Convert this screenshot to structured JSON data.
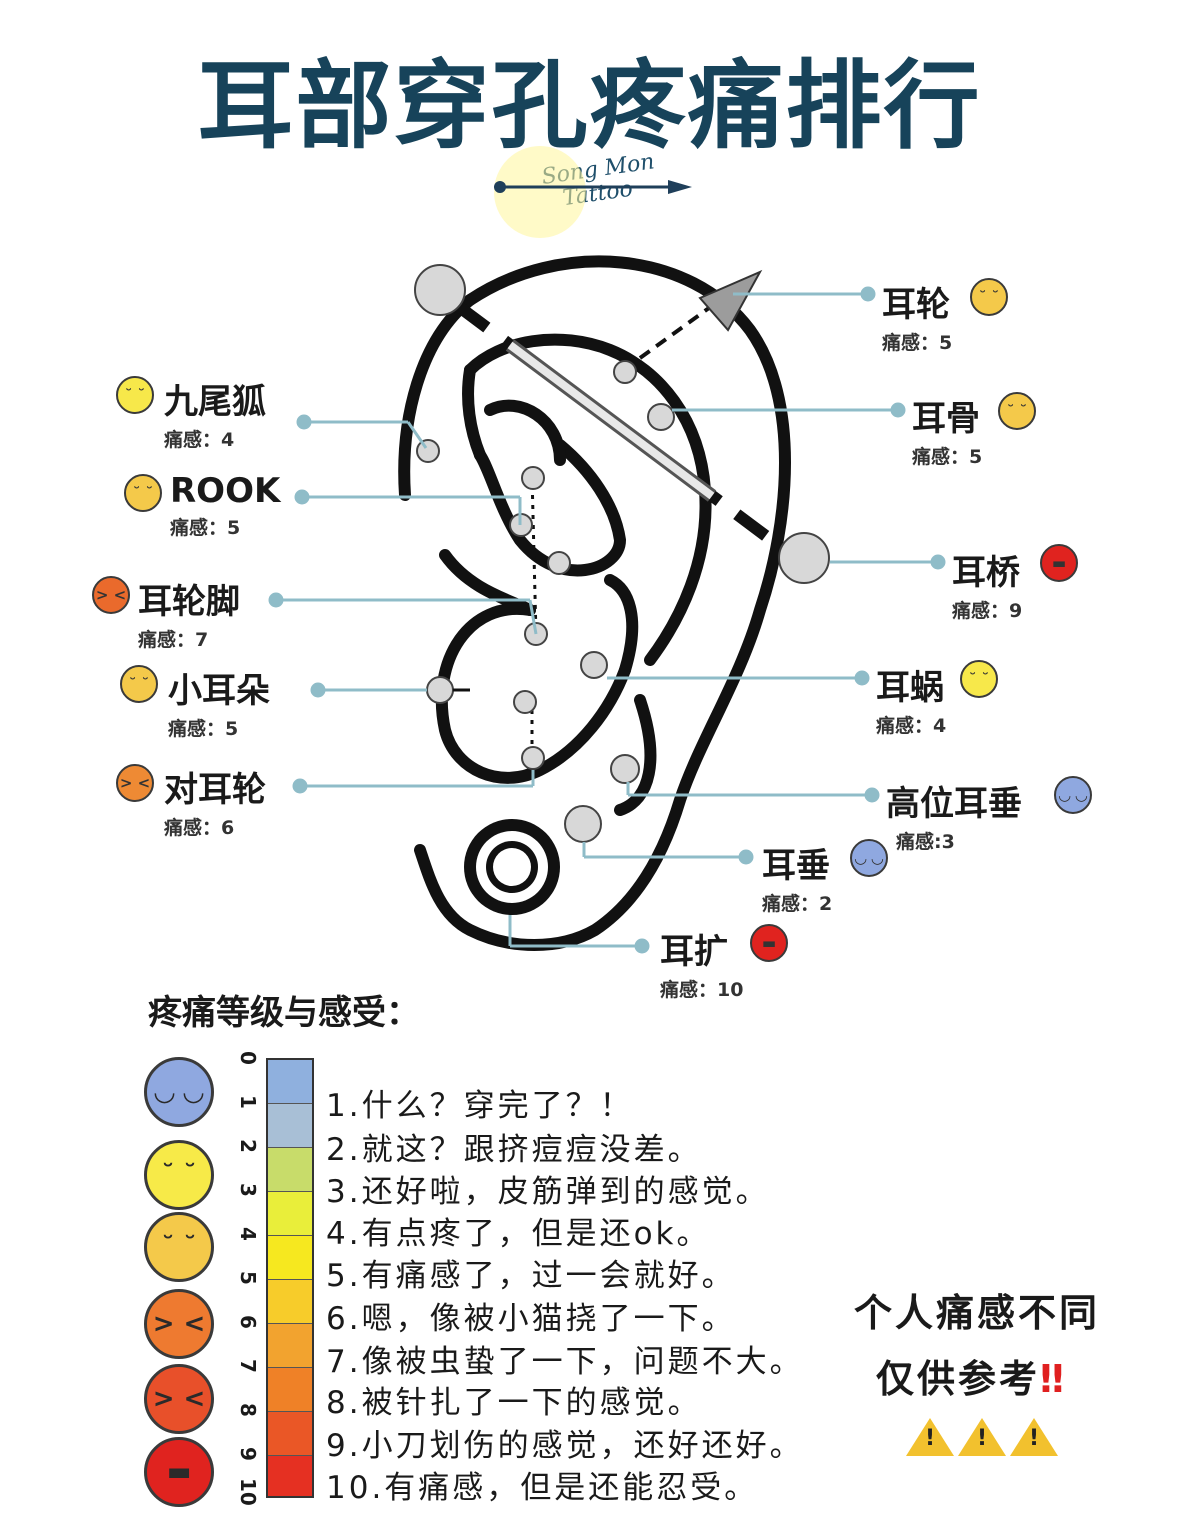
{
  "title": "耳部穿孔疼痛排行",
  "logo": {
    "line1": "Song Mon",
    "line2": "Tattoo"
  },
  "piercings": [
    {
      "name": "九尾狐",
      "pain": "痛感：4",
      "face_color": "#f7e84a",
      "face_glyph": "˘ ˘"
    },
    {
      "name": "ROOK",
      "pain": "痛感：5",
      "face_color": "#f4c94a",
      "face_glyph": "˘ ˘"
    },
    {
      "name": "耳轮脚",
      "pain": "痛感：7",
      "face_color": "#ea6a2c",
      "face_glyph": "> <"
    },
    {
      "name": "小耳朵",
      "pain": "痛感：5",
      "face_color": "#f4c94a",
      "face_glyph": "˘ ˘"
    },
    {
      "name": "对耳轮",
      "pain": "痛感：6",
      "face_color": "#ee8a34",
      "face_glyph": "> <"
    },
    {
      "name": "耳轮",
      "pain": "痛感：5",
      "face_color": "#f4c94a",
      "face_glyph": "˘ ˘"
    },
    {
      "name": "耳骨",
      "pain": "痛感：5",
      "face_color": "#f4c94a",
      "face_glyph": "˘ ˘"
    },
    {
      "name": "耳桥",
      "pain": "痛感：9",
      "face_color": "#e0231f",
      "face_glyph": "▬"
    },
    {
      "name": "耳蜗",
      "pain": "痛感：4",
      "face_color": "#f7e84a",
      "face_glyph": "˘ ˘"
    },
    {
      "name": "高位耳垂",
      "pain": "痛感:3",
      "face_color": "#8fa8e0",
      "face_glyph": "◡ ◡"
    },
    {
      "name": "耳垂",
      "pain": "痛感：2",
      "face_color": "#8fa8e0",
      "face_glyph": "◡ ◡"
    },
    {
      "name": "耳扩",
      "pain": "痛感：10",
      "face_color": "#e0231f",
      "face_glyph": "▬"
    }
  ],
  "legend": {
    "title": "疼痛等级与感受：",
    "ticks": [
      "0",
      "1",
      "2",
      "3",
      "4",
      "5",
      "6",
      "7",
      "8",
      "9",
      "10"
    ],
    "bar_colors": [
      "#8fb0de",
      "#a8bfd6",
      "#c8dc6a",
      "#e9ee3a",
      "#f6e81f",
      "#f7cc2a",
      "#f2a32f",
      "#ef8127",
      "#ea5726",
      "#e53022"
    ],
    "faces": [
      {
        "color": "#8fa8e0",
        "glyph": "◡ ◡"
      },
      {
        "color": "#f7ea48",
        "glyph": "˘ ˘"
      },
      {
        "color": "#f4c94a",
        "glyph": "˘ ˘"
      },
      {
        "color": "#ee7a30",
        "glyph": "> <"
      },
      {
        "color": "#e8502a",
        "glyph": "> <"
      },
      {
        "color": "#e0231f",
        "glyph": "▬"
      }
    ],
    "levels": [
      "1.什么？穿完了？！",
      "2.就这？跟挤痘痘没差。",
      "3.还好啦，皮筋弹到的感觉。",
      "4.有点疼了，但是还ok。",
      "5.有痛感了，过一会就好。",
      "6.嗯，像被小猫挠了一下。",
      "7.像被虫蛰了一下，问题不大。",
      "8.被针扎了一下的感觉。",
      "9.小刀划伤的感觉，还好还好。",
      "10.有痛感，但是还能忍受。"
    ]
  },
  "note": {
    "line1": "个人痛感不同",
    "line2": "仅供参考",
    "emphasis": "‼"
  },
  "warning_glyph": "!"
}
